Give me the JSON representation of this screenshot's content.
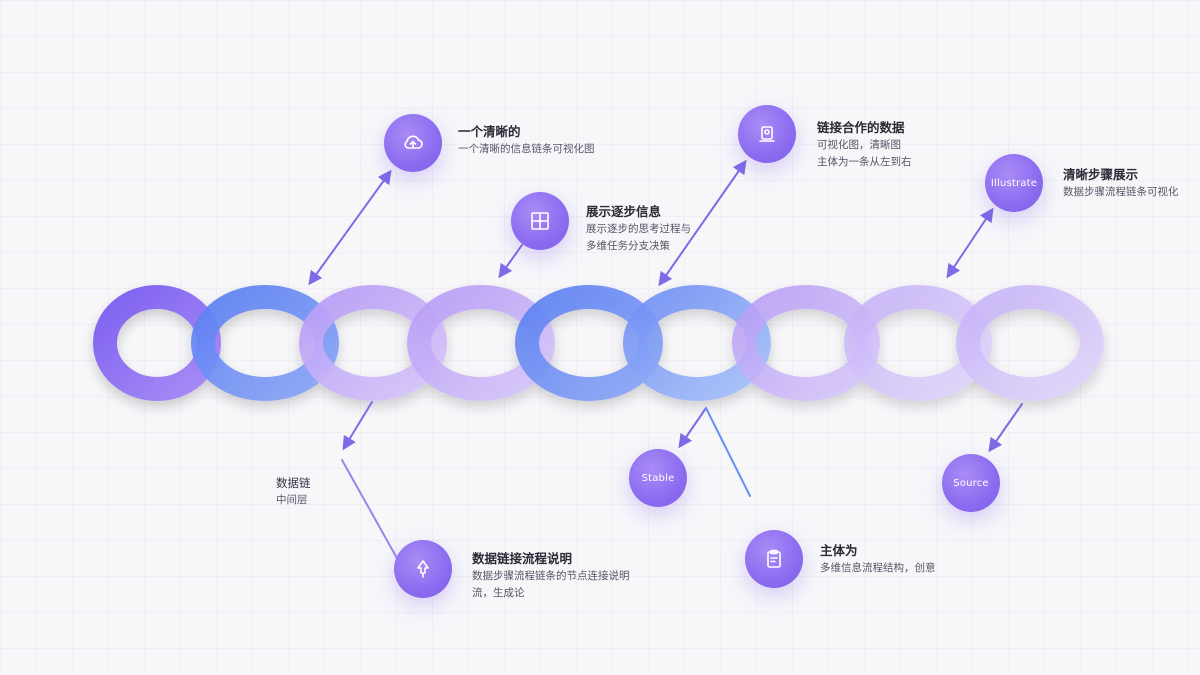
{
  "colors": {
    "accent": "#8b6cf0",
    "ring_violet": "#8f6df2",
    "ring_blue": "#6a8cf5",
    "ring_lavender": "#c3a8f7",
    "arrow": "#7d6ae6"
  },
  "nodes": [
    {
      "icon": "cloud-upload-icon",
      "title": "一个清晰的",
      "desc": [
        "一个清晰的信息链条可视化图"
      ]
    },
    {
      "icon": "grid-icon",
      "title": "展示逐步信息",
      "desc": [
        "展示逐步的思考过程与",
        "多维任务分支决策"
      ]
    },
    {
      "icon": "document-icon",
      "title": "链接合作的数据",
      "desc": [
        "可视化图，清晰图",
        "主体为一条从左到右"
      ]
    },
    {
      "icon": "text-badge-icon",
      "badge": "Illustrate",
      "title": "清晰步骤展示",
      "desc": [
        "数据步骤流程链条可视化"
      ]
    },
    {
      "icon": "upload-icon",
      "title": "数据链接流程说明",
      "desc": [
        "数据步骤流程链条的节点连接说明",
        "流，生成论"
      ]
    },
    {
      "icon": "text-badge-icon",
      "badge": "Stable"
    },
    {
      "icon": "clipboard-icon",
      "title": "主体为",
      "desc": [
        "多维信息流程结构，创意"
      ]
    },
    {
      "icon": "text-badge-icon",
      "badge": "Source"
    }
  ],
  "side_note": {
    "title": "数据链",
    "desc": "中间层"
  }
}
